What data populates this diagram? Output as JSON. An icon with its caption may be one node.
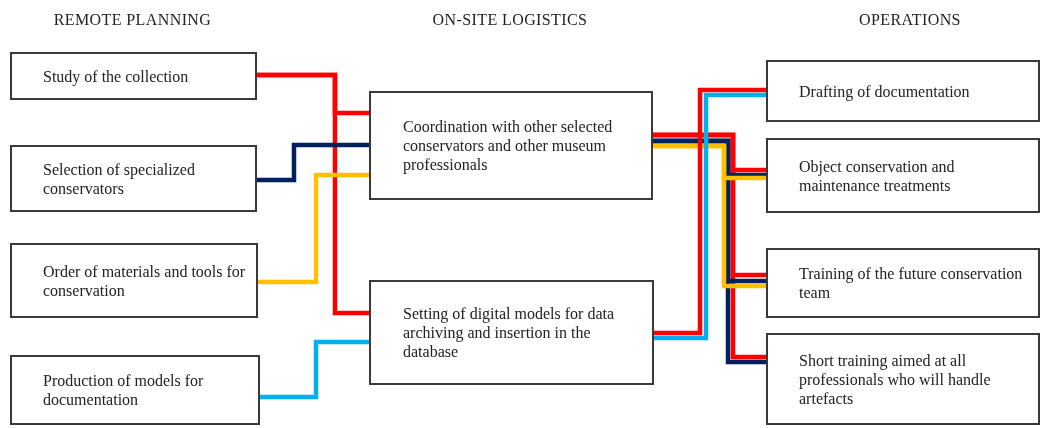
{
  "diagram": {
    "nodes": [
      {
        "text": [
          "Study of the collection"
        ]
      },
      {
        "text": [
          "Selection of specialized conservators"
        ]
      },
      {
        "text": [
          "Order of materials and tools for conservation"
        ]
      },
      {
        "text": [
          "Production of models for documentation"
        ]
      },
      {
        "text": [
          "Coordination with other selected conservators and other museum professionals"
        ]
      },
      {
        "text": [
          "Setting of digital models for data archiving and insertion in the database"
        ]
      },
      {
        "text": [
          "Drafting of documentation"
        ]
      },
      {
        "text": [
          "Object conservation and maintenance treatments"
        ]
      },
      {
        "text": [
          "Training of the future conservation team"
        ]
      },
      {
        "text": [
          "Short training aimed at all professionals who will handle artefacts"
        ]
      }
    ],
    "edges": [
      {
        "from": 0,
        "to": 4,
        "arrow": "none",
        "color": "#ff0000"
      },
      {
        "from": 0,
        "to": 5,
        "arrow": "none",
        "color": "#ff0000"
      },
      {
        "from": 1,
        "to": 4,
        "arrow": "none",
        "color": "#002060"
      },
      {
        "from": 2,
        "to": 4,
        "arrow": "none",
        "color": "#ffc000"
      },
      {
        "from": 3,
        "to": 5,
        "arrow": "none",
        "color": "#00b0f0"
      },
      {
        "from": 4,
        "to": 7,
        "arrow": "none",
        "color": "#ff0000"
      },
      {
        "from": 4,
        "to": 8,
        "arrow": "none",
        "color": "#ff0000"
      },
      {
        "from": 4,
        "to": 9,
        "arrow": "none",
        "color": "#ff0000"
      },
      {
        "from": 4,
        "to": 7,
        "arrow": "none",
        "color": "#002060"
      },
      {
        "from": 4,
        "to": 8,
        "arrow": "none",
        "color": "#002060"
      },
      {
        "from": 4,
        "to": 9,
        "arrow": "none",
        "color": "#002060"
      },
      {
        "from": 4,
        "to": 7,
        "arrow": "none",
        "color": "#ffc000"
      },
      {
        "from": 4,
        "to": 8,
        "arrow": "none",
        "color": "#ffc000"
      },
      {
        "from": 5,
        "to": 6,
        "arrow": "none",
        "color": "#ff0000"
      },
      {
        "from": 5,
        "to": 6,
        "arrow": "none",
        "color": "#00b0f0"
      }
    ],
    "labels": [
      "REMOTE PLANNING",
      "ON-SITE LOGISTICS",
      "OPERATIONS"
    ]
  }
}
